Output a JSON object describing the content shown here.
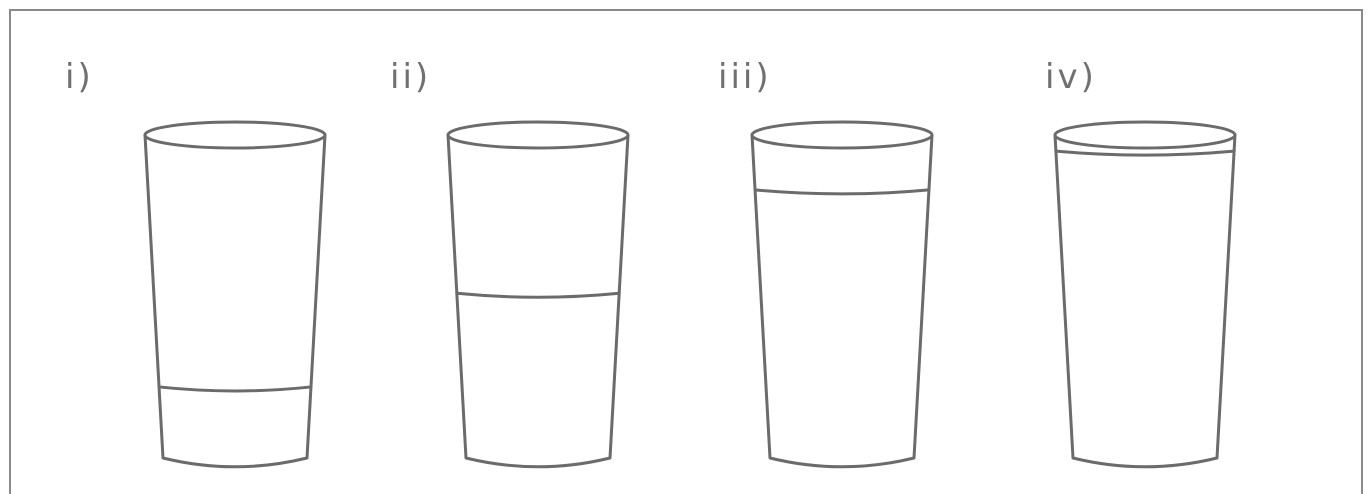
{
  "colors": {
    "frame": "#8a8a8a",
    "glass_outline": "#6b6b6b",
    "label_text": "#707070",
    "background": "#ffffff"
  },
  "glasses": [
    {
      "label": "i)",
      "fill_fraction": 0.22
    },
    {
      "label": "ii)",
      "fill_fraction": 0.51
    },
    {
      "label": "iii)",
      "fill_fraction": 0.83
    },
    {
      "label": "iv)",
      "fill_fraction": 0.95
    }
  ]
}
